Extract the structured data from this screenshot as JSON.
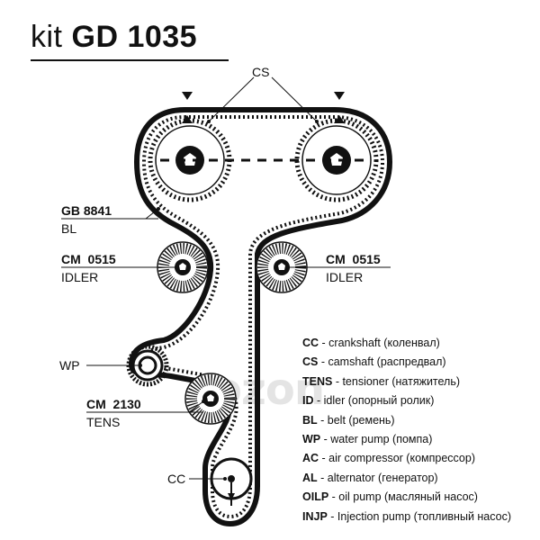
{
  "header": {
    "prefix": "kit",
    "code": "GD 1035"
  },
  "labels": {
    "cs": "CS",
    "gb_code": "GB 8841",
    "gb_type": "BL",
    "idler_left_code": "CM  0515",
    "idler_left_type": "IDLER",
    "idler_right_code": "CM  0515",
    "idler_right_type": "IDLER",
    "wp": "WP",
    "tens_code": "CM  2130",
    "tens_type": "TENS",
    "cc": "CC"
  },
  "legend": [
    {
      "abbr": "CC",
      "desc": " - crankshaft (коленвал)"
    },
    {
      "abbr": "CS",
      "desc": " - camshaft (распредвал)"
    },
    {
      "abbr": "TENS",
      "desc": " - tensioner (натяжитель)"
    },
    {
      "abbr": "ID",
      "desc": " - idler (опорный ролик)"
    },
    {
      "abbr": "BL",
      "desc": " - belt (ремень)"
    },
    {
      "abbr": "WP",
      "desc": " - water pump (помпа)"
    },
    {
      "abbr": "AC",
      "desc": " - air compressor (компрессор)"
    },
    {
      "abbr": "AL",
      "desc": " - alternator (генератор)"
    },
    {
      "abbr": "OILP",
      "desc": " - oil pump (масляный насос)"
    },
    {
      "abbr": "INJP",
      "desc": " - Injection pump (топливный насос)"
    }
  ],
  "colors": {
    "ink": "#111111",
    "watermark": "#d9d9d9",
    "background": "#ffffff"
  },
  "watermark": "ozon"
}
